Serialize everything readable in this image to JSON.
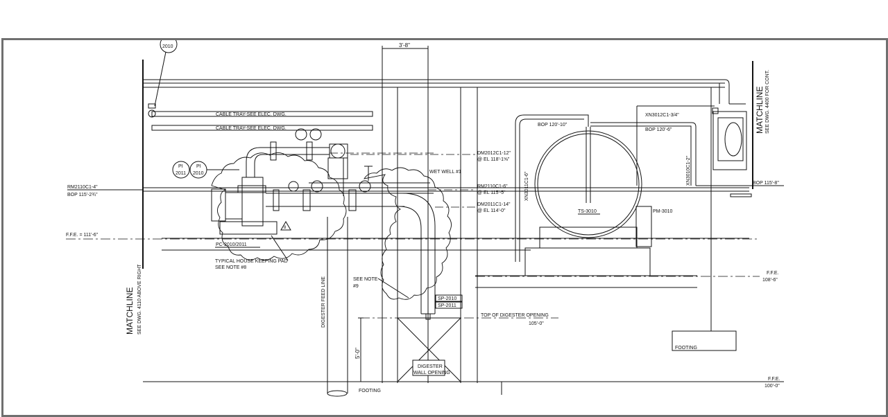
{
  "colors": {
    "frame": "#6f6f6f",
    "ink": "#111111",
    "background": "#ffffff"
  },
  "labels": {
    "matchline_left": "MATCHLINE",
    "matchline_left_ref": "SEE DWG. 4110 ABOVE RIGHT",
    "matchline_right": "MATCHLINE",
    "matchline_right_ref": "SEE DWG. 4400 FOR CONT.",
    "dim_top": "3'-8\"",
    "dim_vertical": "5'-0\"",
    "cable_tray_1": "CABLE TRAY-SEE ELEC. DWG.",
    "cable_tray_2": "CABLE TRAY-SEE ELEC. DWG.",
    "bubble_top": "2010",
    "pi_1_a": "PI",
    "pi_1_b": "2011",
    "pi_2_a": "PI",
    "pi_2_b": "2010",
    "rm2110_left": "RM2110C1-4\"",
    "bop_left": "BOP 115'-2¾\"",
    "ffe_left": "F.F.E. = 111'-6\"",
    "pc_tag": "PC-2010/2011",
    "pad_note_1": "TYPICAL HOUSE KEEPING PAD",
    "pad_note_2": "SEE NOTE #8",
    "warning_symbol": "8",
    "digester_feed": "DIGESTER FEED LINE",
    "see_note_1": "SEE NOTE",
    "see_note_2": "#9",
    "sp_2010": "SP-2010",
    "sp_2011": "SP-2011",
    "wet_well": "WET WELL #1",
    "dm2012": "DM2012C1-12\"",
    "dm2012_el": "@ EL 118'-1⅝\"",
    "rm2110_right": "RM2110C1-6\"",
    "rm2110_right_el": "@ EL 115'-5\"",
    "dm2011": "DM2011C1-14\"",
    "dm2011_el": "@ EL 114'-0\"",
    "top_digester": "TOP OF DIGESTER OPENING",
    "top_digester_el": "105'-0\"",
    "digester_wall_1": "DIGESTER",
    "digester_wall_2": "WALL OPENING",
    "footing_1": "FOOTING",
    "footing_2": "FOOTING",
    "xn3011": "XN3011C1-6\"",
    "bop_120_10": "BOP 120'-10\"",
    "xn3012": "XN3012C1-3/4\"",
    "bop_120_6": "BOP 120'-6\"",
    "xn3010": "XN3010C1-2\"",
    "bop_115_8": "BOP 115'-8\"",
    "ts_3010": "TS-3010",
    "pm_3010": "PM-3010",
    "ffe_right_1": "F.F.E.",
    "ffe_right_1_el": "108'-6\"",
    "ffe_right_2": "F.F.E.",
    "ffe_right_2_el": "100'-0\""
  }
}
